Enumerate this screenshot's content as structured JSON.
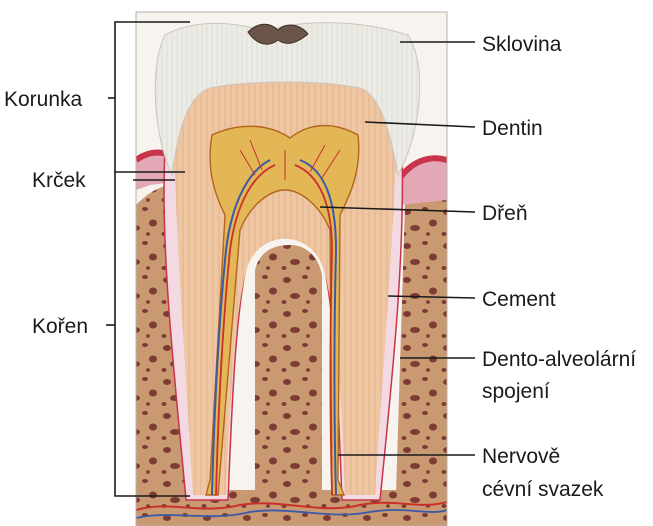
{
  "diagram": {
    "regions": {
      "crown": "Korunka",
      "neck": "Krček",
      "root": "Kořen"
    },
    "parts": {
      "enamel": "Sklovina",
      "dentin": "Dentin",
      "pulp": "Dřeň",
      "cementum": "Cement",
      "junction_line1": "Dento-alveolární",
      "junction_line2": "spojení",
      "bundle_line1": "Nervově",
      "bundle_line2": "cévní svazek"
    },
    "colors": {
      "enamel": "#ecebe6",
      "dentin": "#efc6a2",
      "pulp": "#e3b756",
      "bone": "#c99a72",
      "bone_pores": "#7e3b33",
      "gum": "#e2a8b6",
      "gum_red": "#c8344a",
      "cementum": "#f3d9e2",
      "nerve": "#3b5aa8",
      "vessel": "#c9302c"
    }
  }
}
